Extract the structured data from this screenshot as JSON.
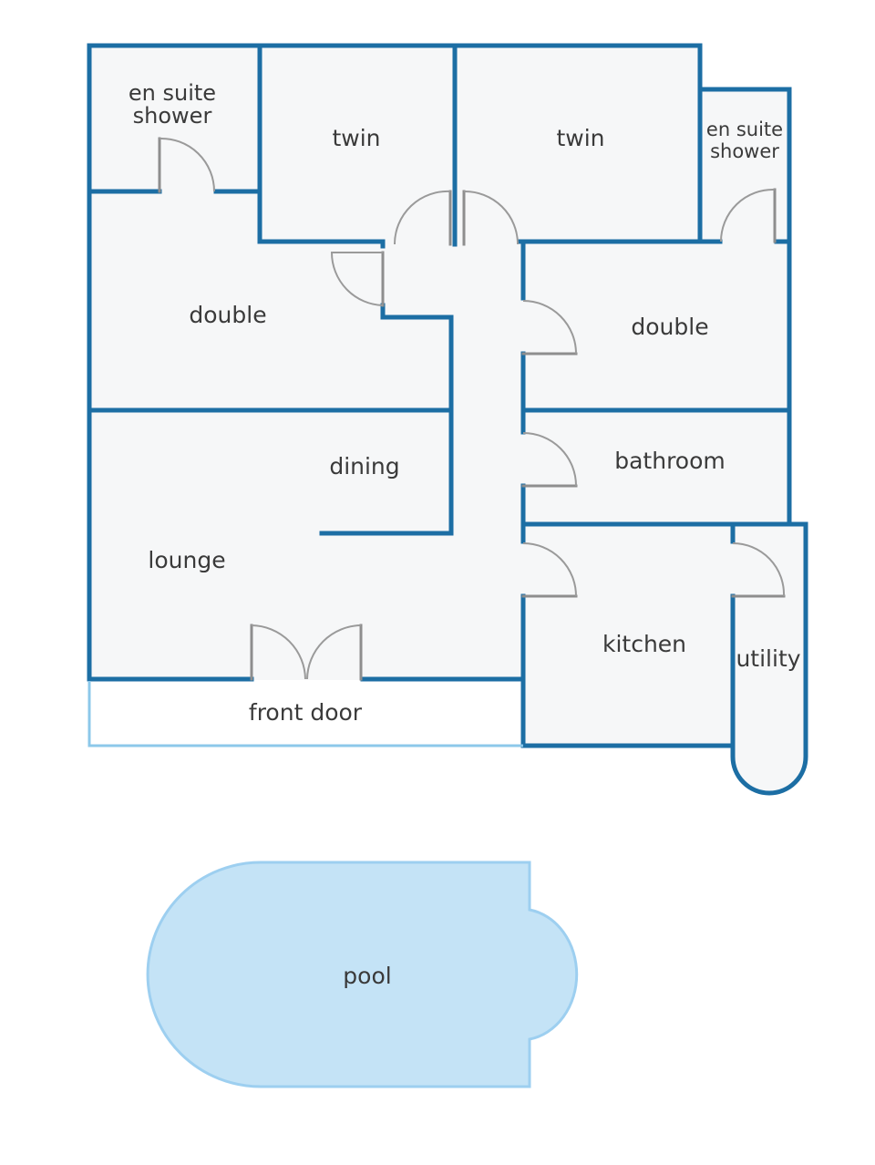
{
  "rooms": {
    "en_suite_left": {
      "line1": "en suite",
      "line2": "shower"
    },
    "twin_left": "twin",
    "twin_right": "twin",
    "en_suite_right": {
      "line1": "en suite",
      "line2": "shower"
    },
    "double_left": "double",
    "double_right": "double",
    "dining": "dining",
    "bathroom": "bathroom",
    "lounge": "lounge",
    "kitchen": "kitchen",
    "utility": "utility",
    "front_door": "front door",
    "pool": "pool"
  },
  "colors": {
    "wall": "#1c6ea4",
    "wall_light": "#8cc8ea",
    "room_fill": "#f6f7f8",
    "door": "#8e8e8e",
    "pool_fill": "#c4e3f6",
    "pool_stroke": "#9dcff0"
  }
}
